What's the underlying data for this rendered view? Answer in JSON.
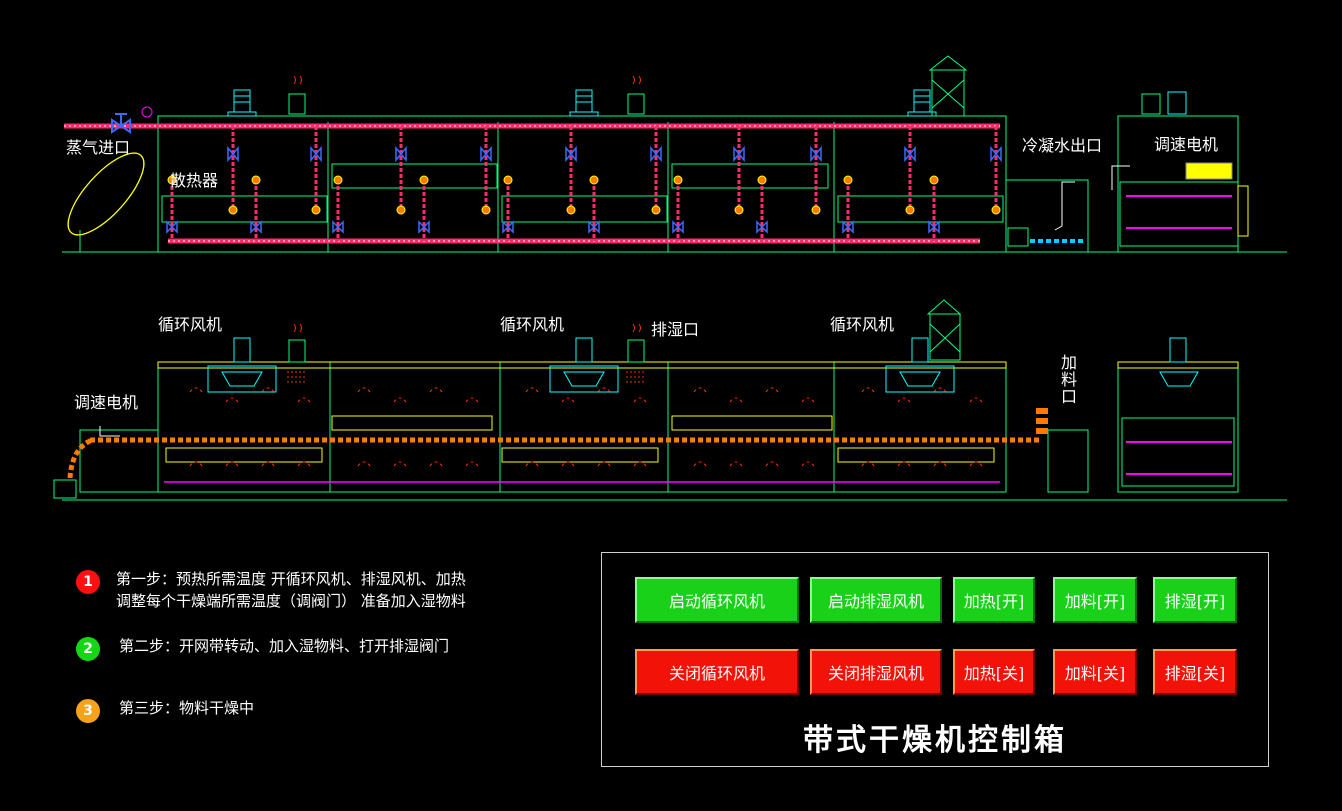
{
  "diagram": {
    "labels": {
      "steam_inlet": "蒸气进口",
      "radiator": "散热器",
      "condensate_outlet": "冷凝水出口",
      "speed_motor_top": "调速电机",
      "fan_1": "循环风机",
      "fan_2": "循环风机",
      "fan_3": "循环风机",
      "exhaust_port": "排湿口",
      "speed_motor_bottom": "调速电机",
      "feed_port": "加料口"
    },
    "colors": {
      "frame": "#00ff7f",
      "steam_pipe": "#ff2a6a",
      "belt": "#ff7a00",
      "fan": "#00ffff",
      "valve": "#3a6bff",
      "heater": "#ff2a00",
      "motor": "#ffff00"
    }
  },
  "steps": [
    {
      "num": "1",
      "color": "#ff1010",
      "lines": [
        "第一步：预热所需温度  开循环风机、排湿风机、加热",
        "调整每个干燥端所需温度（调阀门）  准备加入湿物料"
      ]
    },
    {
      "num": "2",
      "color": "#13d813",
      "lines": [
        "第二步：开网带转动、加入湿物料、打开排湿阀门"
      ]
    },
    {
      "num": "3",
      "color": "#f7a21b",
      "lines": [
        "第三步：物料干燥中"
      ]
    }
  ],
  "panel": {
    "title": "带式干燥机控制箱",
    "row_on": [
      "启动循环风机",
      "启动排湿风机",
      "加热[开]",
      "加料[开]",
      "排湿[开]"
    ],
    "row_off": [
      "关闭循环风机",
      "关闭排湿风机",
      "加热[关]",
      "加料[关]",
      "排湿[关]"
    ]
  }
}
